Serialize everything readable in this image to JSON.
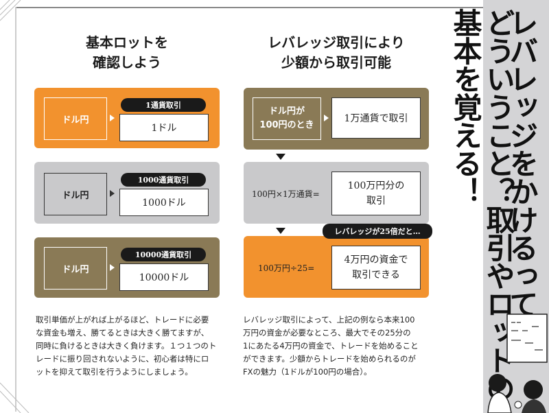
{
  "left": {
    "title_lines": [
      "基本ロットを",
      "確認しよう"
    ],
    "rows": [
      {
        "pair": "ドル円",
        "badge": "1通貨取引",
        "amount": "1ドル"
      },
      {
        "pair": "ドル円",
        "badge": "1000通貨取引",
        "amount": "1000ドル"
      },
      {
        "pair": "ドル円",
        "badge": "10000通貨取引",
        "amount": "10000ドル"
      }
    ],
    "body_lines": [
      "取引単価が上がれば上がるほど、トレードに必要",
      "な資金も増え、勝てるときは大きく勝てますが、",
      "同時に負けるときは大きく負けます。１つ１つのト",
      "レードに振り回されないように、初心者は特にロ",
      "ットを抑えて取引を行うようにしましょう。"
    ]
  },
  "right": {
    "title_lines": [
      "レバレッジ取引により",
      "少額から取引可能"
    ],
    "step1": {
      "label_lines": [
        "ドル円が",
        "100円のとき"
      ],
      "result": "1万通貨で取引"
    },
    "step2": {
      "formula": "100円×1万通貨=",
      "result_lines": [
        "100万円分の",
        "取引"
      ]
    },
    "step3": {
      "badge": "レバレッジが25倍だと…",
      "formula": "100万円÷25=",
      "result_lines": [
        "4万円の資金で",
        "取引できる"
      ]
    },
    "body_lines": [
      "レバレッジ取引によって、上記の例なら本来100",
      "万円の資金が必要なところ、最大でその25分の",
      "1にあたる4万円の資金で、トレードを始めること",
      "ができます。少額からトレードを始められるのが",
      "FXの魅力（1ドルが100円の場合）。"
    ]
  },
  "vertical_title": {
    "line1": "レバレッジをかけるって",
    "line2": "どういうこと？取引やロットの基本を覚える！"
  },
  "colors": {
    "orange": "#f2922e",
    "gray": "#c9c9cb",
    "brown": "#8a7a56",
    "dark": "#1a1a1a"
  }
}
